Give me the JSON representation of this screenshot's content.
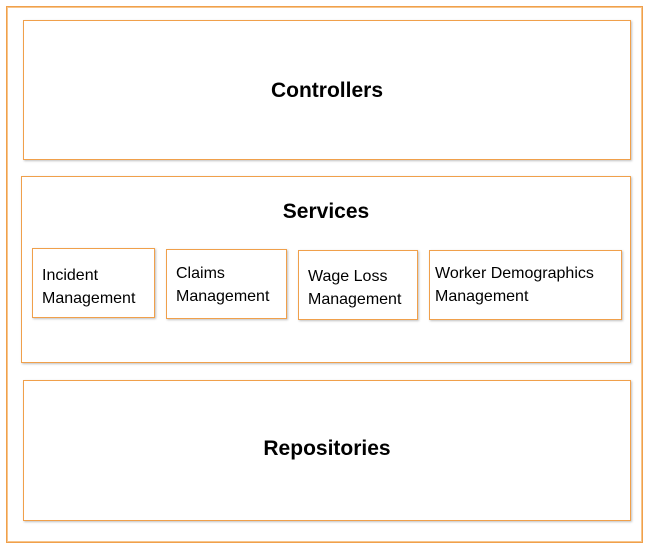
{
  "diagram": {
    "layers": {
      "controllers": {
        "title": "Controllers"
      },
      "services": {
        "title": "Services",
        "items": [
          {
            "label": "Incident\nManagement"
          },
          {
            "label": "Claims\nManagement"
          },
          {
            "label": "Wage Loss\nManagement"
          },
          {
            "label": "Worker Demographics\nManagement"
          }
        ]
      },
      "repositories": {
        "title": "Repositories"
      }
    },
    "colors": {
      "border": "#f0a04b",
      "background": "#ffffff",
      "text": "#000000"
    }
  }
}
